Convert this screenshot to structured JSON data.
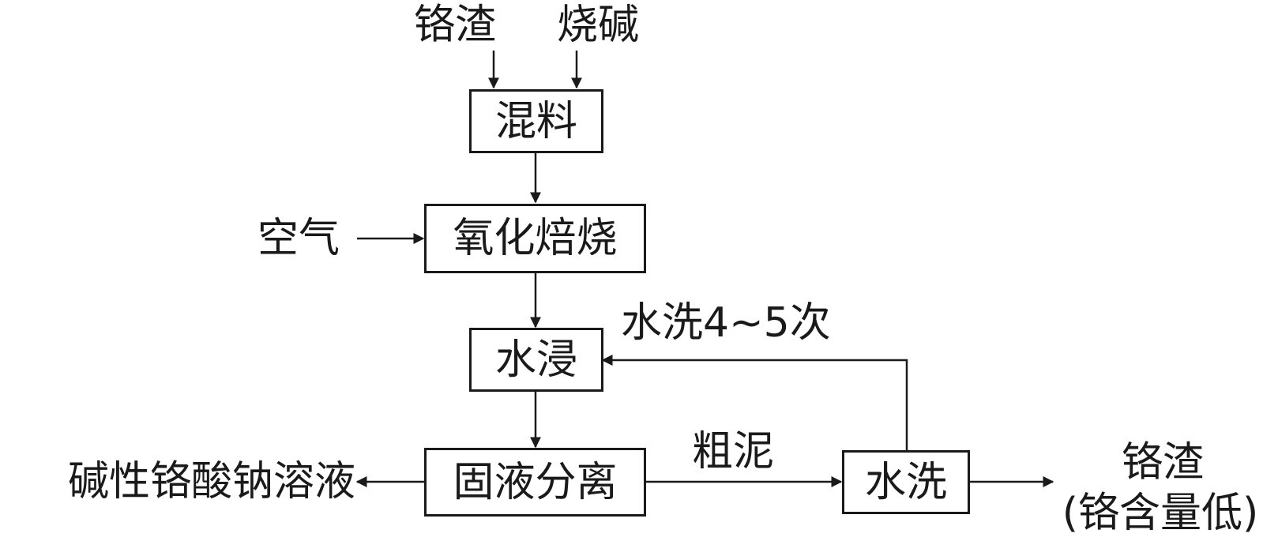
{
  "inputs": {
    "chromium_slag": "铬渣",
    "caustic_soda": "烧碱",
    "air": "空气"
  },
  "steps": {
    "mixing": "混料",
    "oxidative_roasting": "氧化焙烧",
    "water_leaching": "水浸",
    "solid_liquid_separation": "固液分离",
    "water_washing": "水洗"
  },
  "edges": {
    "coarse_mud": "粗泥",
    "wash_recycle": "水洗4~5次"
  },
  "outputs": {
    "sodium_chromate_solution": "碱性铬酸钠溶液",
    "residue_line1": "铬渣",
    "residue_line2": "(铬含量低)"
  }
}
